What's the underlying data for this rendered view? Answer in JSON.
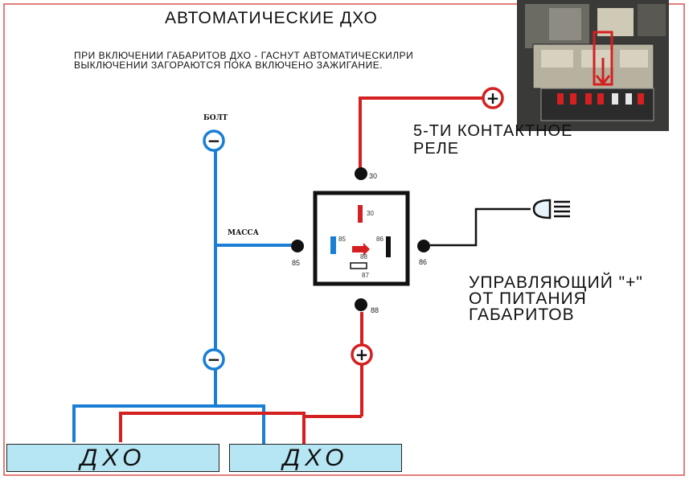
{
  "title": "АВТОМАТИЧЕСКИЕ ДХО",
  "note": {
    "line1": "ПРИ ВКЛЮЧЕНИИ ГАБАРИТОВ ДХО - ГАСНУТ АВТОМАТИЧЕСКИЛРИ",
    "line2": "ВЫКЛЮЧЕНИИ ЗАГОРАЮТСЯ ПОКА ВКЛЮЧЕНО ЗАЖИГАНИЕ."
  },
  "relay_caption": {
    "line1": "5-ТИ КОНТАКТНОЕ",
    "line2": "РЕЛЕ"
  },
  "control_caption": {
    "line1": "УПРАВЛЯЮЩИЙ \"+\"",
    "line2": "ОТ ПИТАНИЯ",
    "line3": "ГАБАРИТОВ"
  },
  "labels": {
    "bolt": "БОЛТ",
    "ground": "МАССА"
  },
  "pins": {
    "p30": "30",
    "p85": "85",
    "p86": "86",
    "p88": "88",
    "p87": "87"
  },
  "drl": {
    "left": "ДХО",
    "right": "ДХО"
  },
  "symbols": {
    "minus": "−",
    "plus": "+"
  },
  "colors": {
    "border": "#d9534f",
    "positive_wire": "#d42020",
    "ground_wire": "#1a7fd4",
    "control_wire": "#111111",
    "drl_fill": "#b6e6f4"
  },
  "icons": [
    "headlight-icon",
    "relay-symbol",
    "fuse-box-photo"
  ]
}
